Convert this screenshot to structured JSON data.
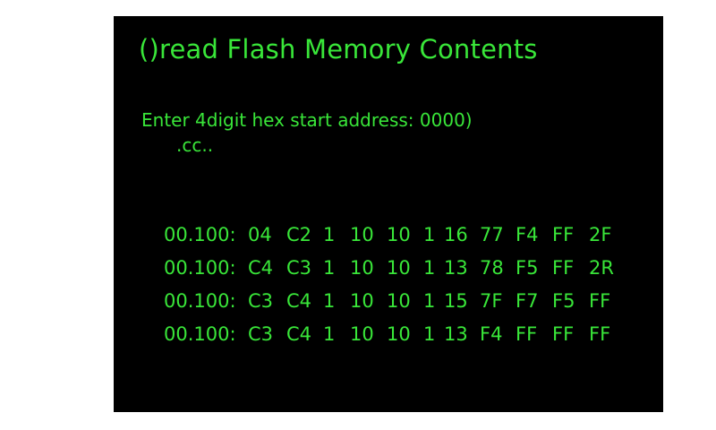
{
  "terminal": {
    "title": "()read Flash Memory Contents",
    "prompt": "Enter 4digit hex start address: 0000)",
    "prompt_continuation": ".cc..",
    "colors": {
      "background": "#000000",
      "text": "#39e639",
      "page": "#ffffff"
    }
  },
  "dump": {
    "rows": [
      {
        "address": "00.100:",
        "bytes": [
          "04",
          "C2",
          "1",
          "10",
          "10",
          "1",
          "16",
          "77",
          "F4",
          "FF",
          "2F"
        ]
      },
      {
        "address": "00.100:",
        "bytes": [
          "C4",
          "C3",
          "1",
          "10",
          "10",
          "1",
          "13",
          "78",
          "F5",
          "FF",
          "2R"
        ]
      },
      {
        "address": "00.100:",
        "bytes": [
          "C3",
          "C4",
          "1",
          "10",
          "10",
          "1",
          "15",
          "7F",
          "F7",
          "F5",
          "FF"
        ]
      },
      {
        "address": "00.100:",
        "bytes": [
          "C3",
          "C4",
          "1",
          "10",
          "10",
          "1",
          "13",
          "F4",
          "FF",
          "FF",
          "FF"
        ]
      }
    ]
  }
}
